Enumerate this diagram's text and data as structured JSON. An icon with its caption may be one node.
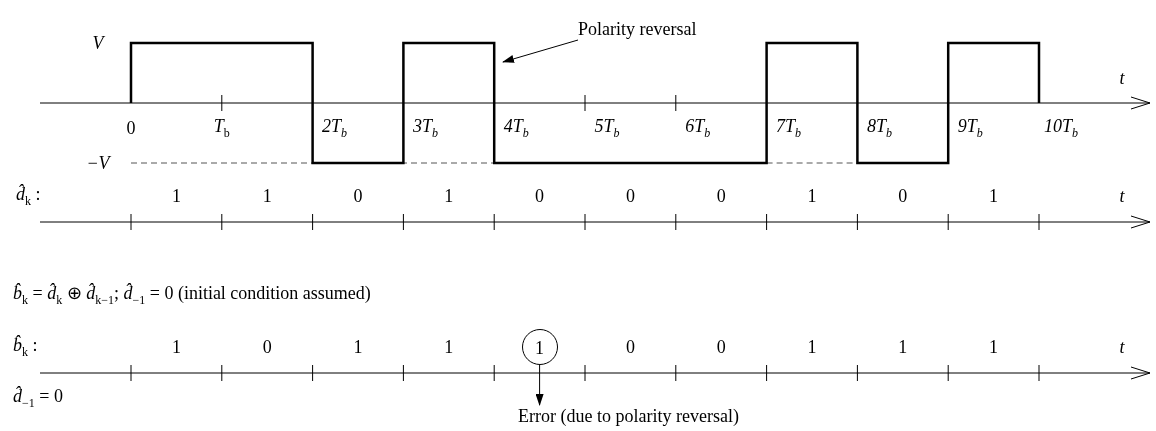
{
  "diagram": {
    "nodes": [
      {
        "text": [
          "Polarity reversal"
        ]
      },
      {
        "text": [
          "1"
        ]
      },
      {
        "text": [
          "Error (due to polarity reversal)"
        ]
      }
    ],
    "edges": [
      {
        "from": 0,
        "to": null,
        "arrow": "to"
      },
      {
        "from": 1,
        "to": 2,
        "arrow": "to"
      }
    ],
    "labels": [
      "V",
      "t",
      "0",
      "*T*$_{b}$",
      "2T$_{b}$",
      "3T$_{b}$",
      "4T$_{b}$",
      "5T$_{b}$",
      "6T$_{b}$",
      "7T$_{b}$",
      "8T$_{b}$",
      "9T$_{b}$",
      "10T$_{b}$",
      "−V",
      "*d̂*$_{k}$ :",
      "1",
      "1",
      "0",
      "1",
      "0",
      "0",
      "0",
      "1",
      "0",
      "1",
      "t",
      "*b̂*$_{k}$ = *d̂*$_{k}$ ⊕ *d̂*$_{k−1}$;  *d̂*$_{−1}$ = 0 (initial condition assumed)",
      "*b̂*$_{k}$ :",
      "1",
      "0",
      "1",
      "1",
      "0",
      "0",
      "1",
      "1",
      "1",
      "t",
      "*d̂*$_{−1}$ = 0"
    ]
  }
}
